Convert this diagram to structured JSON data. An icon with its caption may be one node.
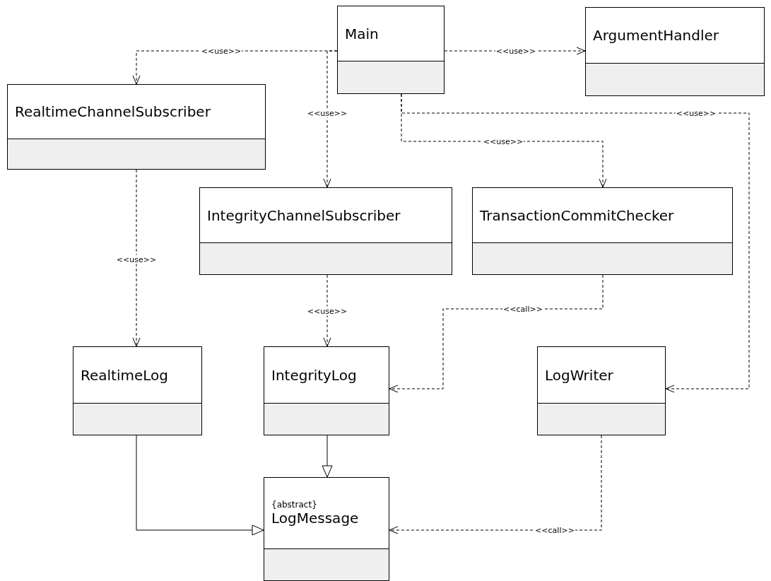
{
  "diagram": {
    "nodes": [
      {
        "text": [
          "Main"
        ]
      },
      {
        "text": [
          "ArgumentHandler"
        ]
      },
      {
        "text": [
          "RealtimeChannelSubscriber"
        ]
      },
      {
        "text": [
          "IntegrityChannelSubscriber"
        ]
      },
      {
        "text": [
          "TransactionCommitChecker"
        ]
      },
      {
        "text": [
          "RealtimeLog"
        ]
      },
      {
        "text": [
          "IntegrityLog"
        ]
      },
      {
        "text": [
          "LogWriter"
        ]
      },
      {
        "text": [
          "{abstract}",
          "LogMessage"
        ]
      }
    ],
    "edges": [
      {
        "from": 0,
        "to": 2,
        "arrow": "to",
        "label": "<<use>>",
        "style": "dashed"
      },
      {
        "from": 0,
        "to": 3,
        "arrow": "to",
        "label": "<<use>>",
        "style": "dashed"
      },
      {
        "from": 0,
        "to": 1,
        "arrow": "to",
        "label": "<<use>>",
        "style": "dashed"
      },
      {
        "from": 0,
        "to": 4,
        "arrow": "to",
        "label": "<<use>>",
        "style": "dashed"
      },
      {
        "from": 0,
        "to": 7,
        "arrow": "to",
        "label": "<<use>>",
        "style": "dashed"
      },
      {
        "from": 2,
        "to": 5,
        "arrow": "to",
        "label": "<<use>>",
        "style": "dashed"
      },
      {
        "from": 3,
        "to": 6,
        "arrow": "to",
        "label": "<<use>>",
        "style": "dashed"
      },
      {
        "from": 4,
        "to": 6,
        "arrow": "to",
        "label": "<<call>>",
        "style": "dashed"
      },
      {
        "from": 7,
        "to": 8,
        "arrow": "to",
        "label": "<<call>>",
        "style": "dashed"
      },
      {
        "from": 5,
        "to": 8,
        "arrow": "to"
      },
      {
        "from": 6,
        "to": 8,
        "arrow": "to"
      }
    ]
  }
}
